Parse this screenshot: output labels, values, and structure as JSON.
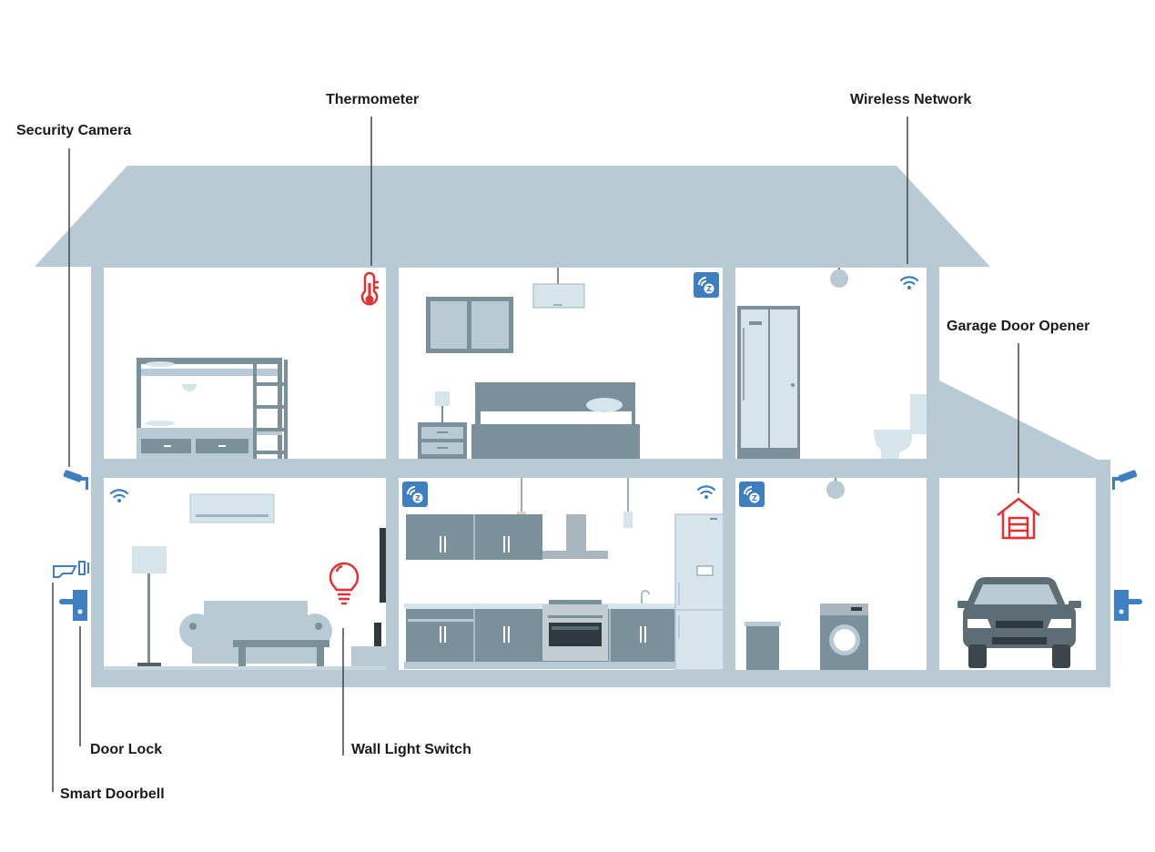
{
  "callouts": {
    "security_camera": "Security Camera",
    "thermometer": "Thermometer",
    "wireless_network": "Wireless Network",
    "garage_door_opener": "Garage Door Opener",
    "door_lock": "Door Lock",
    "smart_doorbell": "Smart Doorbell",
    "wall_light_switch": "Wall Light Switch"
  },
  "icons": {
    "thermometer": "thermometer-icon",
    "wifi": "wifi-icon",
    "zwave": "zwave-hub-icon",
    "camera": "security-camera-icon",
    "doorbell": "doorbell-icon",
    "lock": "door-lock-icon",
    "bulb": "light-bulb-icon",
    "garage": "garage-icon"
  },
  "colors": {
    "house": "#b8cad3",
    "furniture": "#7a919c",
    "furniture_light": "#d6e4ec",
    "device_blue": "#3d7fc1",
    "device_red": "#e03232",
    "text": "#1a1a1a",
    "leader": "#444444"
  }
}
